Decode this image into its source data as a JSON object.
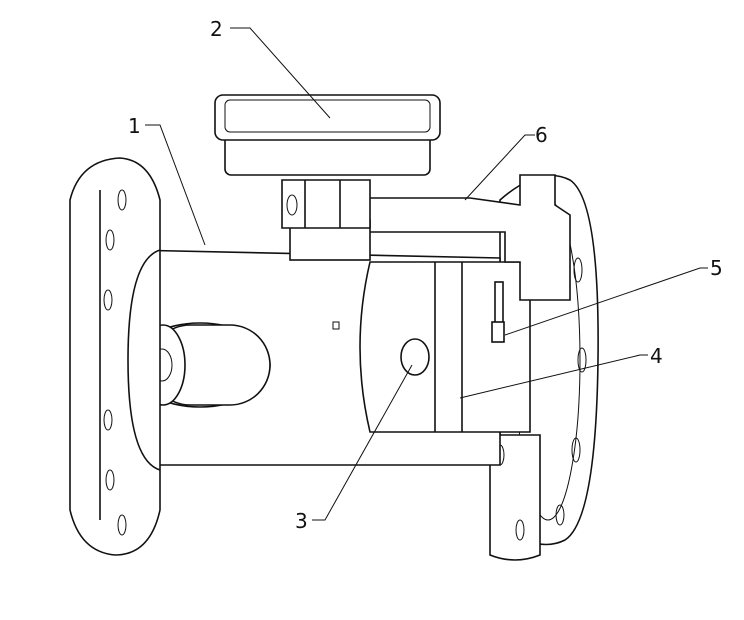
{
  "figure": {
    "labels": [
      {
        "id": "1",
        "text": "1"
      },
      {
        "id": "2",
        "text": "2"
      },
      {
        "id": "3",
        "text": "3"
      },
      {
        "id": "4",
        "text": "4"
      },
      {
        "id": "5",
        "text": "5"
      },
      {
        "id": "6",
        "text": "6"
      }
    ]
  }
}
